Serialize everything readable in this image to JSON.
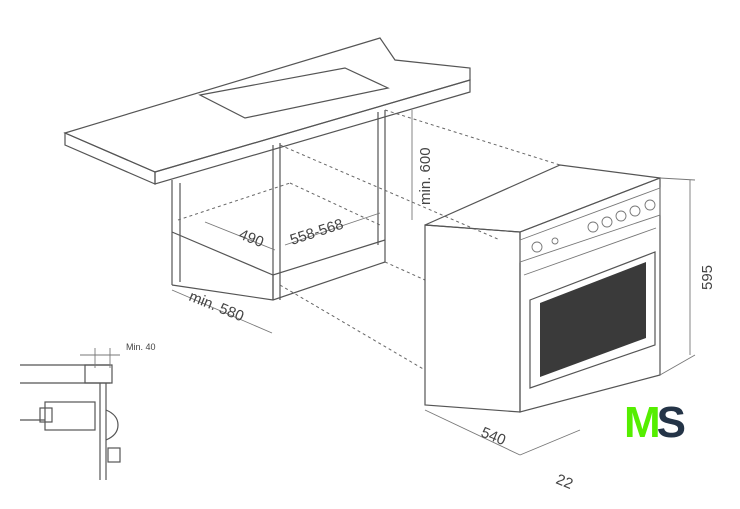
{
  "labels": {
    "cabinet_height": "min. 600",
    "cutout_depth": "490",
    "cutout_width": "558-568",
    "cabinet_depth": "min. 580",
    "oven_height": "595",
    "oven_depth": "540",
    "front_offset": "22",
    "detail_clearance": "Min. 40"
  },
  "logo": {
    "text": "MS",
    "letter_1": "M",
    "letter_2": "S",
    "color_1": "#55ee00",
    "color_2": "#243447"
  }
}
